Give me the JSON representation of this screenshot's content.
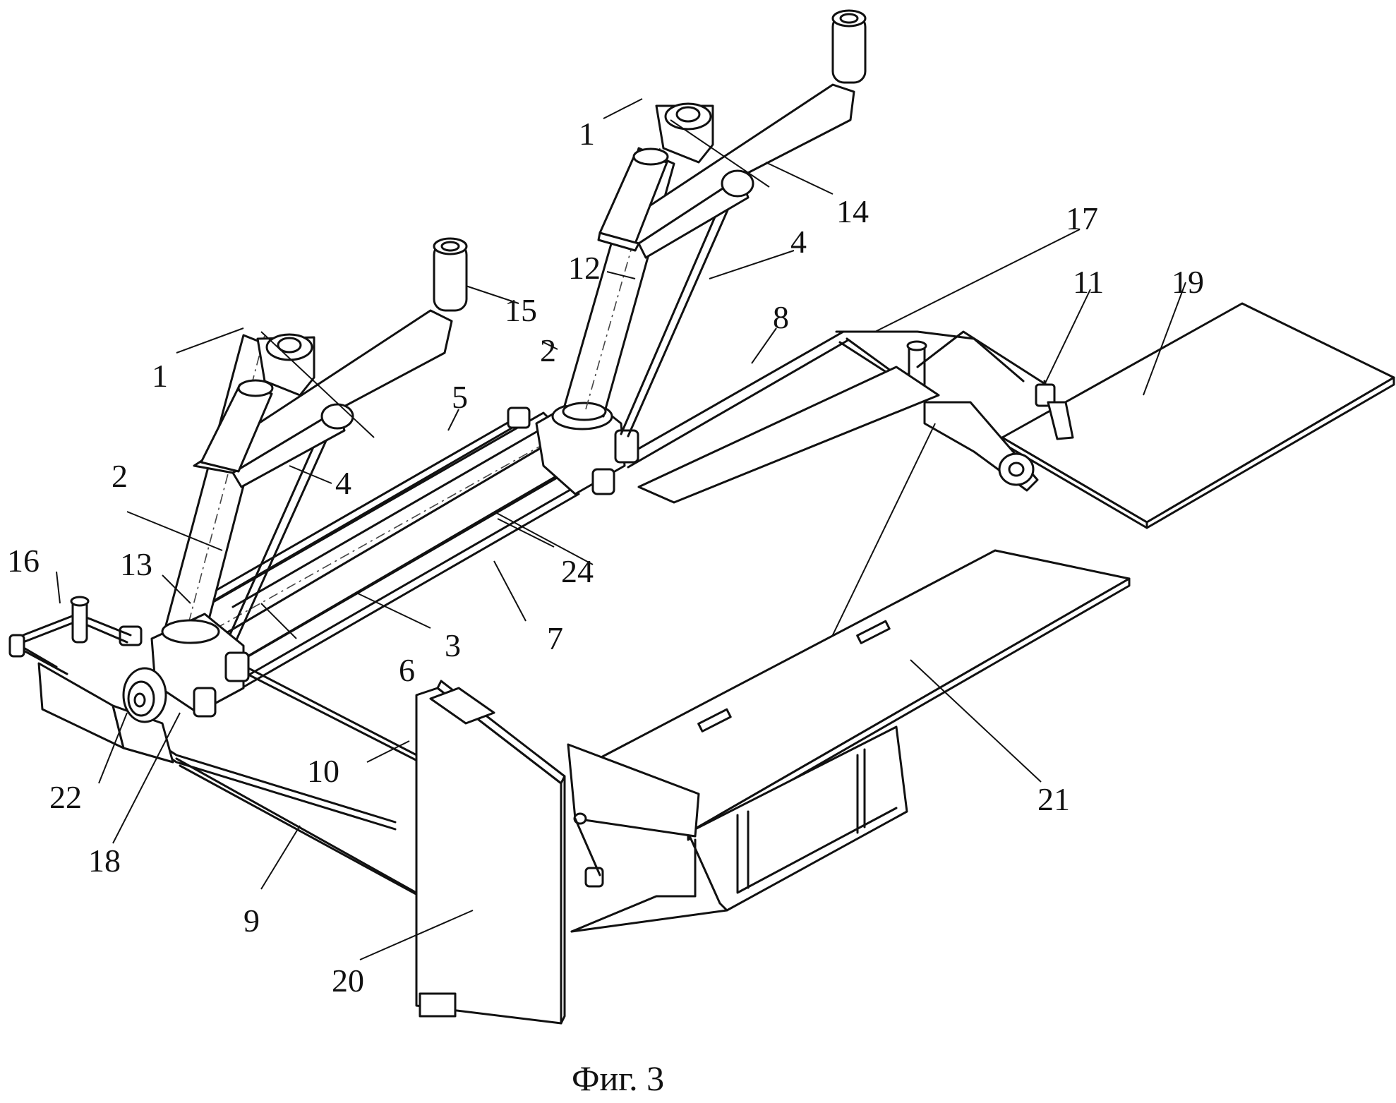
{
  "figure": {
    "caption": "Фиг. 3",
    "callouts": [
      {
        "id": "c1a",
        "text": "1"
      },
      {
        "id": "c1b",
        "text": "1"
      },
      {
        "id": "c14",
        "text": "14"
      },
      {
        "id": "c17",
        "text": "17"
      },
      {
        "id": "c4a",
        "text": "4"
      },
      {
        "id": "c12",
        "text": "12"
      },
      {
        "id": "c11",
        "text": "11"
      },
      {
        "id": "c19",
        "text": "19"
      },
      {
        "id": "c15",
        "text": "15"
      },
      {
        "id": "c8",
        "text": "8"
      },
      {
        "id": "c2a",
        "text": "2"
      },
      {
        "id": "c5",
        "text": "5"
      },
      {
        "id": "c4b",
        "text": "4"
      },
      {
        "id": "c2b",
        "text": "2"
      },
      {
        "id": "c24",
        "text": "24"
      },
      {
        "id": "c16",
        "text": "16"
      },
      {
        "id": "c13",
        "text": "13"
      },
      {
        "id": "c6",
        "text": "6"
      },
      {
        "id": "c3",
        "text": "3"
      },
      {
        "id": "c7",
        "text": "7"
      },
      {
        "id": "c21",
        "text": "21"
      },
      {
        "id": "c10",
        "text": "10"
      },
      {
        "id": "c22",
        "text": "22"
      },
      {
        "id": "c18",
        "text": "18"
      },
      {
        "id": "c9",
        "text": "9"
      },
      {
        "id": "c20",
        "text": "20"
      }
    ]
  }
}
